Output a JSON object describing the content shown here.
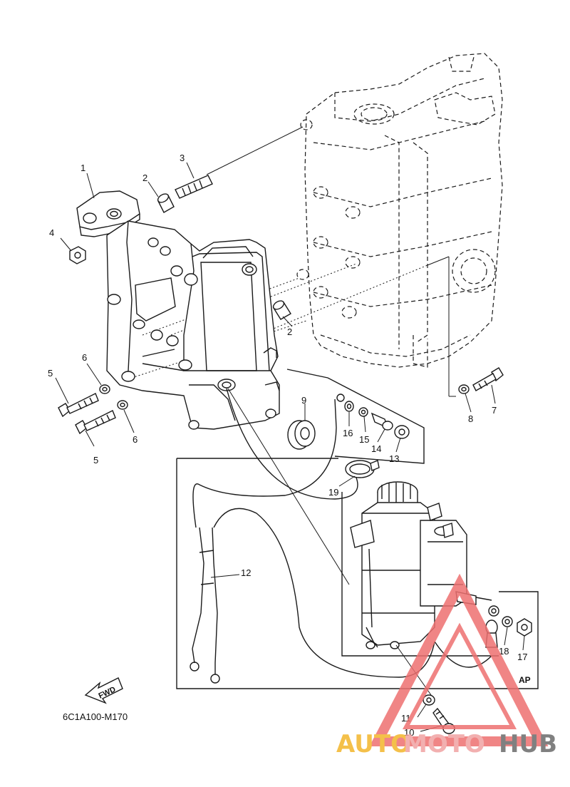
{
  "diagram": {
    "callouts": {
      "c1": "1",
      "c2a": "2",
      "c2b": "2",
      "c3": "3",
      "c4": "4",
      "c5a": "5",
      "c5b": "5",
      "c6a": "6",
      "c6b": "6",
      "c7": "7",
      "c8": "8",
      "c9": "9",
      "c10": "10",
      "c11": "11",
      "c12": "12",
      "c13": "13",
      "c14": "14",
      "c15": "15",
      "c16": "16",
      "c17": "17",
      "c18": "18",
      "c19": "19"
    },
    "drawing_code": "6C1A100-M170",
    "fwd_label": "FWD",
    "ap_label": "AP"
  },
  "watermark": {
    "part1": "AUTO",
    "part2": "MOTO",
    "part3": "HUB",
    "colors": {
      "auto": "#f3b62b",
      "moto": "#f0a3a3",
      "hub": "#6b6b6b",
      "triangle": "#ee7070"
    }
  }
}
